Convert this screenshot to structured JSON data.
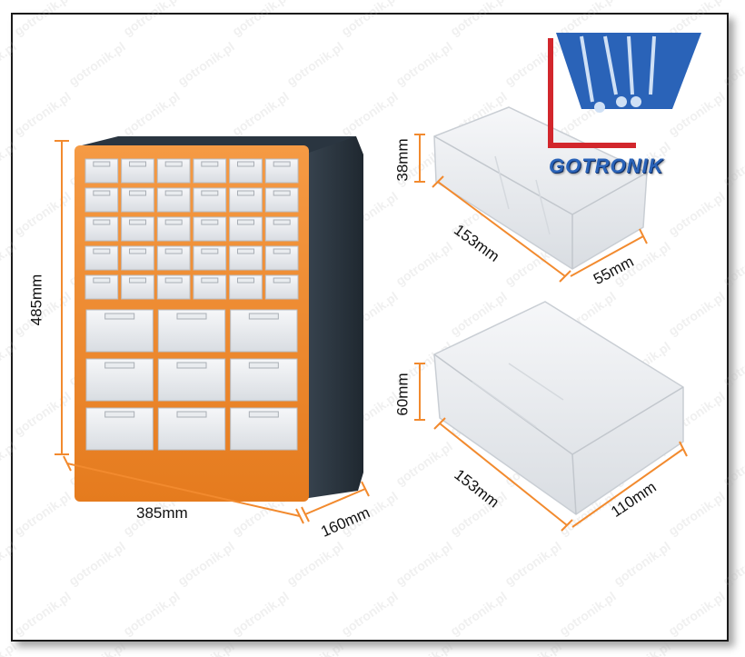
{
  "watermark": "gotronik.pl",
  "logo": {
    "text": "GOTRONIK",
    "colors": {
      "blue": "#2a63b8",
      "red": "#d2262c"
    }
  },
  "cabinet": {
    "height_label": "485mm",
    "width_label": "385mm",
    "depth_label": "160mm",
    "colors": {
      "frame": "#f28a2e",
      "body": "#2f3a45"
    },
    "small_drawer_rows": 5,
    "small_drawer_cols": 6,
    "large_drawer_rows": 3,
    "large_drawer_cols": 3
  },
  "small_drawer": {
    "height_label": "38mm",
    "length_label": "153mm",
    "width_label": "55mm"
  },
  "large_drawer": {
    "height_label": "60mm",
    "length_label": "153mm",
    "width_label": "110mm"
  },
  "dimension_line_color": "#f28a2e"
}
